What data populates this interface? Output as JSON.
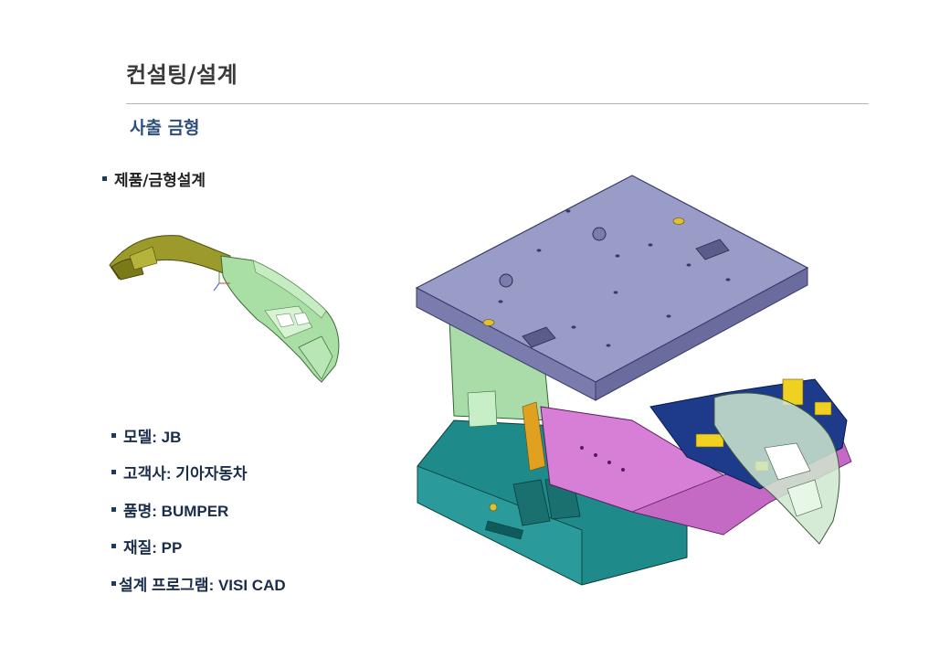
{
  "slide": {
    "title": "컨설팅/설계",
    "subtitle": "사출 금형",
    "section": "제품/금형설계",
    "specs": [
      {
        "label": "모델: JB"
      },
      {
        "label": "고객사: 기아자동차"
      },
      {
        "label": "품명: BUMPER"
      },
      {
        "label": "재질: PP"
      },
      {
        "label": "설계 프로그램: VISI CAD"
      }
    ]
  },
  "images": {
    "bumper": "bumper-cad-model",
    "mold": "injection-mold-assembly"
  },
  "colors": {
    "title": "#3a3a3a",
    "subtitle": "#2e4f7a",
    "spec_text": "#1a2d4a",
    "rule": "#b5b5b5",
    "mold_plate": "#9a9cc8",
    "mold_teal": "#1f8a8a",
    "mold_magenta": "#d77fd7",
    "mold_navy": "#1e3a8a",
    "bumper_green": "#a8e0a8",
    "bumper_olive": "#8a8a1e"
  }
}
